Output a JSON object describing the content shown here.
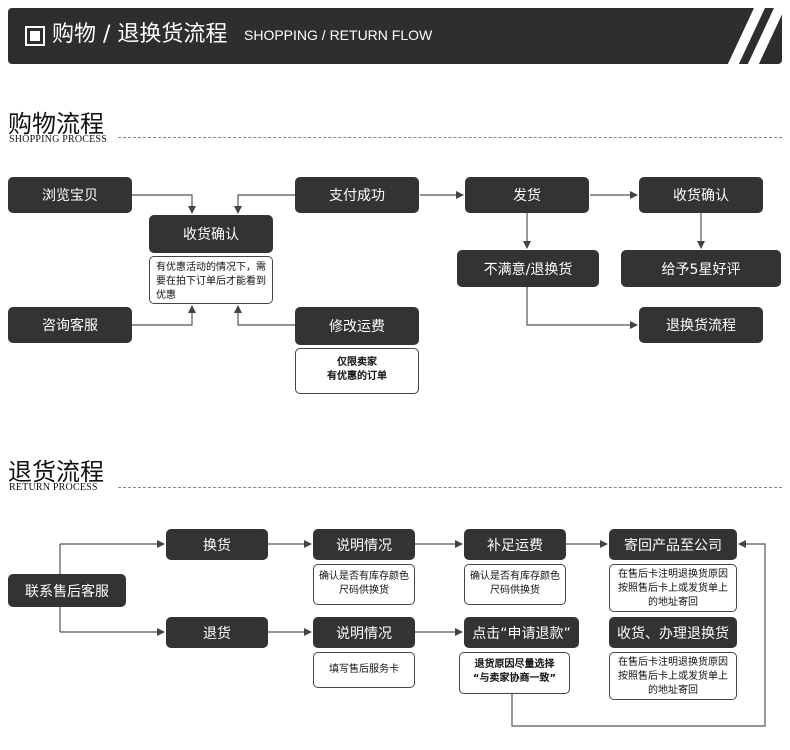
{
  "banner": {
    "title": "购物 / 退换货流程",
    "subtitle": "SHOPPING / RETURN FLOW"
  },
  "shopping": {
    "title": "购物流程",
    "subtitle": "SHOPPING PROCESS",
    "nodes": {
      "browse": "浏览宝贝",
      "consult": "咨询客服",
      "confirm_receipt": "收货确认",
      "pay": "支付成功",
      "modify_shipping": "修改运费",
      "ship": "发货",
      "dissatisfied": "不满意/退换货",
      "receipt_confirm": "收货确认",
      "give_5_star": "给予5星好评",
      "return_flow": "退换货流程"
    },
    "notes": {
      "promo": [
        "有优惠活动的情况下，需",
        "要在拍下订单后才能看到",
        "优惠"
      ],
      "seller_only": [
        "仅限卖家",
        "有优惠的订单"
      ]
    }
  },
  "returns": {
    "title": "退货流程",
    "subtitle": "RETURN PROCESS",
    "nodes": {
      "contact": "联系售后客服",
      "exchange": "换货",
      "explain1": "说明情况",
      "top_up": "补足运费",
      "send_back": "寄回产品至公司",
      "return": "退货",
      "explain2": "说明情况",
      "apply_refund": "点击“申请退款”",
      "receive": "收货、办理退换货"
    },
    "notes": {
      "stock1": [
        "确认是否有库存颜色",
        "尺码供换货"
      ],
      "stock2": [
        "确认是否有库存颜色",
        "尺码供换货"
      ],
      "card1": [
        "在售后卡注明退换货原因",
        "按照售后卡上或发货单上",
        "的地址寄回"
      ],
      "fill_card": [
        "填写售后服务卡"
      ],
      "reason": [
        "退货原因尽量选择",
        "“与卖家协商一致”"
      ],
      "card2": [
        "在售后卡注明退换货原因",
        "按照售后卡上或发货单上",
        "的地址寄回"
      ]
    }
  },
  "colors": {
    "node_bg": "#333333",
    "banner_bg": "#2e2e2e",
    "line": "#555555"
  }
}
